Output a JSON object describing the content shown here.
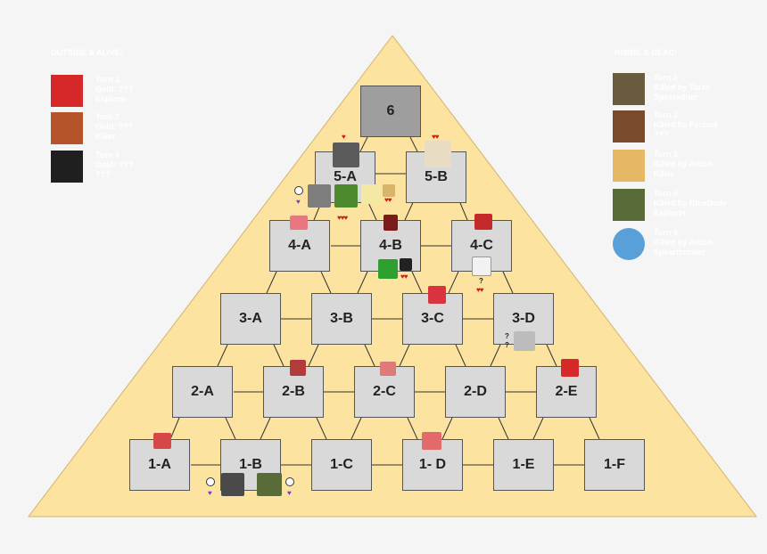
{
  "outside_panel": {
    "title": "OUTSIDE & ALIVE:",
    "entries": [
      {
        "line1": "Turn 1",
        "line2": "Gold: ???",
        "line3": "Explorer",
        "avatar_color": "#d62828"
      },
      {
        "line1": "Turn 2",
        "line2": "Gold: ???",
        "line3": "Killer",
        "avatar_color": "#b5532a"
      },
      {
        "line1": "Turn 4",
        "line2": "Gold: ???",
        "line3": "???",
        "avatar_color": "#1f1f1f"
      }
    ]
  },
  "inside_panel": {
    "title": "INSIDE & DEAD:",
    "entries": [
      {
        "line1": "Turn 2",
        "line2": "Killed by Tarzh",
        "line3": "Spearadner",
        "avatar_color": "#6b5b3e"
      },
      {
        "line1": "Turn 2",
        "line2": "Killed by Factual",
        "line3": "???",
        "avatar_color": "#7a4a2c"
      },
      {
        "line1": "Turn 3",
        "line2": "Killed by Anton",
        "line3": "Killer",
        "avatar_color": "#e6b866"
      },
      {
        "line1": "Turn 4",
        "line2": "Killed by BlueDude",
        "line3": "Explorer",
        "avatar_color": "#5a6b3a"
      },
      {
        "line1": "Turn 4",
        "line2": "Killed by Anton",
        "line3": "Spearthrower",
        "avatar_color": "#5aa0d8"
      }
    ]
  },
  "pyramid": {
    "rooms": [
      {
        "id": "top",
        "label": "6"
      },
      {
        "id": "5a",
        "label": "5-A"
      },
      {
        "id": "5b",
        "label": "5-B"
      },
      {
        "id": "4a",
        "label": "4-A"
      },
      {
        "id": "4b",
        "label": "4-B"
      },
      {
        "id": "4c",
        "label": "4-C"
      },
      {
        "id": "3a",
        "label": "3-A"
      },
      {
        "id": "3b",
        "label": "3-B"
      },
      {
        "id": "3c",
        "label": "3-C"
      },
      {
        "id": "3d",
        "label": "3-D"
      },
      {
        "id": "2a",
        "label": "2-A"
      },
      {
        "id": "2b",
        "label": "2-B"
      },
      {
        "id": "2c",
        "label": "2-C"
      },
      {
        "id": "2d",
        "label": "2-D"
      },
      {
        "id": "2e",
        "label": "2-E"
      },
      {
        "id": "1a",
        "label": "1-A"
      },
      {
        "id": "1b",
        "label": "1-B"
      },
      {
        "id": "1c",
        "label": "1-C"
      },
      {
        "id": "1d",
        "label": "1- D"
      },
      {
        "id": "1e",
        "label": "1-E"
      },
      {
        "id": "1f",
        "label": "1-F"
      }
    ],
    "colors": {
      "sand": "#fde3a0",
      "room": "#d9d9d9",
      "top_room": "#9e9e9e",
      "line": "#333333",
      "panel_text": "#ffffff",
      "heart": "#cc1b1b"
    }
  },
  "markers": {
    "question": "?",
    "hearts_one": "♥",
    "hearts_two": "♥♥",
    "hearts_three": "♥♥♥"
  }
}
